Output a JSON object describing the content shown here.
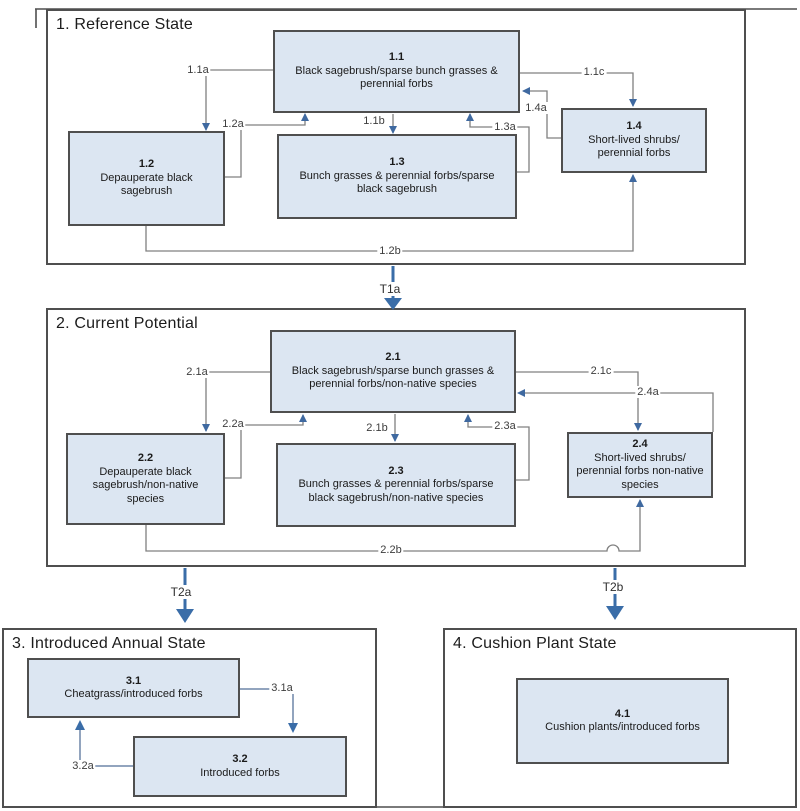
{
  "colors": {
    "node_fill": "#dce6f2",
    "node_border": "#4f4f4f",
    "state_border": "#4f4f4f",
    "connector_line": "#808080",
    "arrow_blue": "#3a6da8"
  },
  "states": [
    {
      "title": "1. Reference State",
      "nodes": [
        {
          "id": "1.1",
          "label": "Black sagebrush/sparse bunch grasses &\nperennial forbs"
        },
        {
          "id": "1.2",
          "label": "Depauperate black\nsagebrush"
        },
        {
          "id": "1.3",
          "label": "Bunch grasses & perennial forbs/sparse\nblack sagebrush"
        },
        {
          "id": "1.4",
          "label": "Short-lived shrubs/\nperennial forbs"
        }
      ],
      "pathways": [
        "1.1a",
        "1.2a",
        "1.1b",
        "1.3a",
        "1.4a",
        "1.1c",
        "1.2b"
      ]
    },
    {
      "title": "2. Current Potential",
      "nodes": [
        {
          "id": "2.1",
          "label": "Black sagebrush/sparse bunch grasses &\nperennial forbs/non-native species"
        },
        {
          "id": "2.2",
          "label": "Depauperate black\nsagebrush/non-native\nspecies"
        },
        {
          "id": "2.3",
          "label": "Bunch grasses & perennial forbs/sparse\nblack sagebrush/non-native species"
        },
        {
          "id": "2.4",
          "label": "Short-lived shrubs/\nperennial forbs non-native\nspecies"
        }
      ],
      "pathways": [
        "2.1a",
        "2.2a",
        "2.1b",
        "2.3a",
        "2.4a",
        "2.1c",
        "2.2b"
      ]
    },
    {
      "title": "3. Introduced Annual State",
      "nodes": [
        {
          "id": "3.1",
          "label": "Cheatgrass/introduced forbs"
        },
        {
          "id": "3.2",
          "label": "Introduced forbs"
        }
      ],
      "pathways": [
        "3.1a",
        "3.2a"
      ]
    },
    {
      "title": "4. Cushion Plant State",
      "nodes": [
        {
          "id": "4.1",
          "label": "Cushion plants/introduced forbs"
        }
      ],
      "pathways": []
    }
  ],
  "transitions": [
    "T1a",
    "T2a",
    "T2b"
  ]
}
